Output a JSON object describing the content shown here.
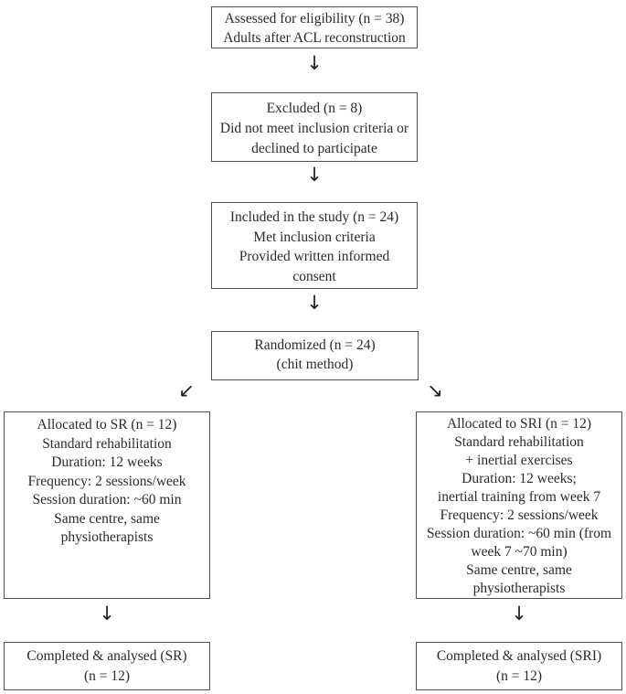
{
  "colors": {
    "text": "#2b2b2b",
    "border": "#4f4f4f",
    "background": "#ffffff"
  },
  "boxes": {
    "eligibility": {
      "lines": [
        "Assessed for eligibility (n = 38)",
        "Adults after ACL reconstruction"
      ]
    },
    "excluded": {
      "lines": [
        "Excluded (n = 8)",
        "Did not meet inclusion criteria or",
        "declined to participate"
      ]
    },
    "included": {
      "lines": [
        "Included in the study (n = 24)",
        "Met inclusion criteria",
        "Provided written informed",
        "consent"
      ]
    },
    "randomized": {
      "lines": [
        "Randomized (n = 24)",
        "(chit method)"
      ]
    },
    "allocated_sr": {
      "lines": [
        "Allocated to SR (n = 12)",
        "Standard rehabilitation",
        "Duration: 12 weeks",
        "Frequency: 2 sessions/week",
        "Session duration: ~60 min",
        "Same centre, same",
        "physiotherapists"
      ]
    },
    "allocated_sri": {
      "lines": [
        "Allocated to SRI (n = 12)",
        "Standard rehabilitation",
        "+ inertial exercises",
        "Duration: 12 weeks;",
        "inertial training from week 7",
        "Frequency: 2 sessions/week",
        "Session duration: ~60 min (from",
        "week 7 ~70 min)",
        "Same centre, same",
        "physiotherapists"
      ]
    },
    "completed_sr": {
      "lines": [
        "Completed & analysed (SR)",
        "(n = 12)"
      ]
    },
    "completed_sri": {
      "lines": [
        "Completed & analysed (SRI)",
        "(n = 12)"
      ]
    }
  },
  "arrows": {
    "down": "↓",
    "down_left": "↙",
    "down_right": "↘"
  }
}
